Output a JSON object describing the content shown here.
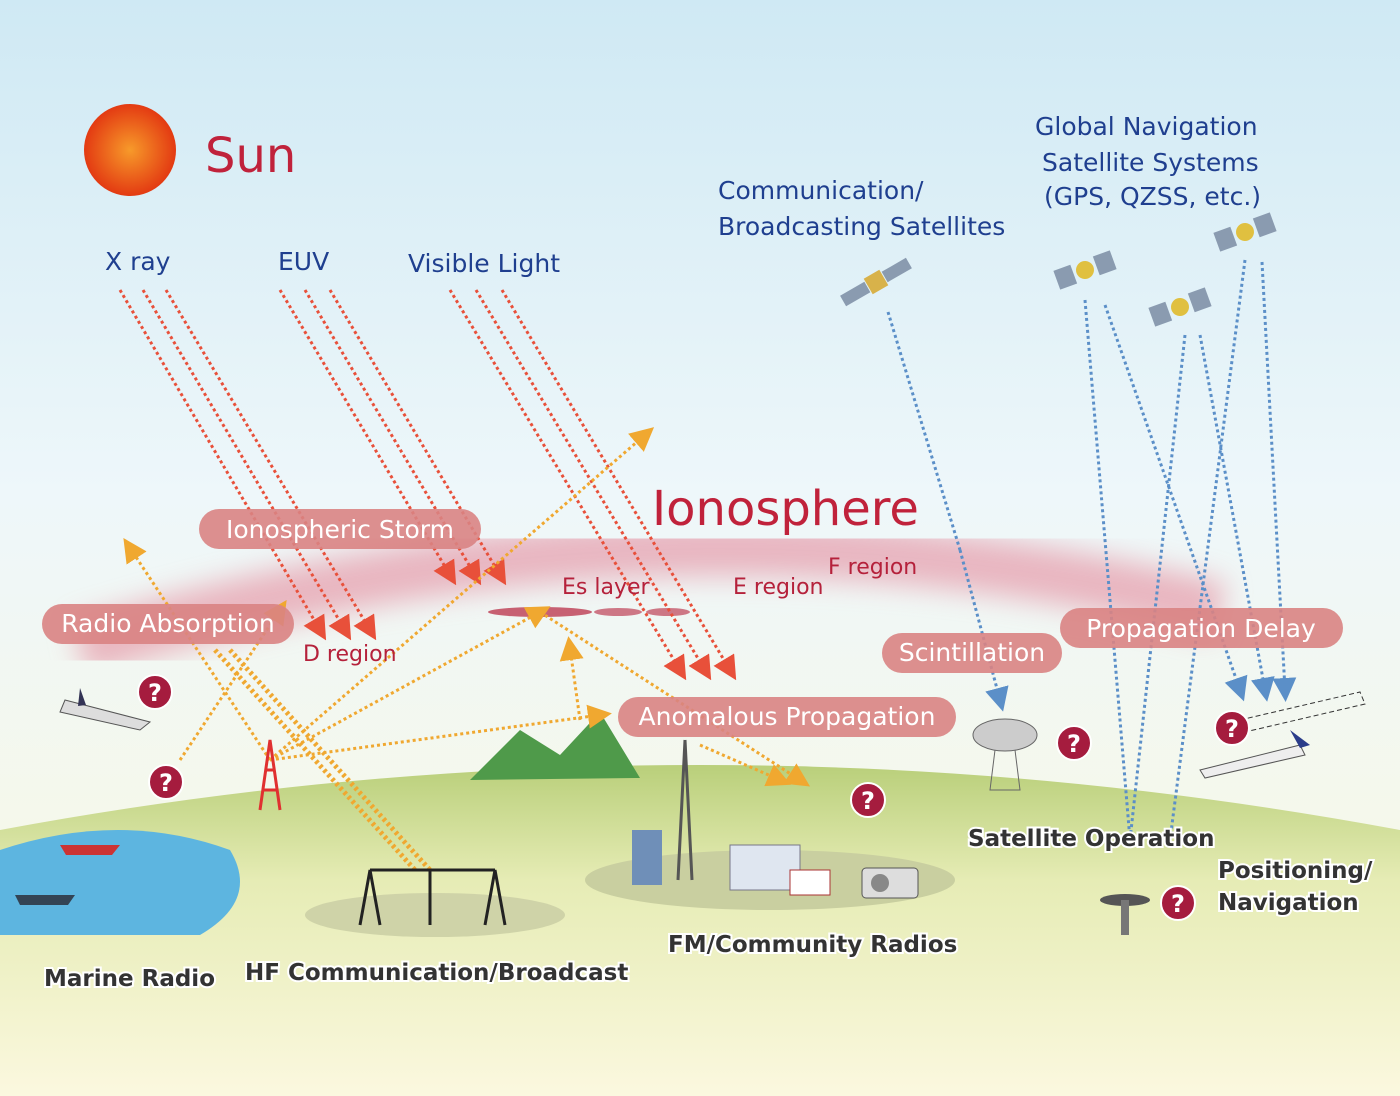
{
  "sun": {
    "label": "Sun"
  },
  "radiation": {
    "xray": "X ray",
    "euv": "EUV",
    "visible": "Visible Light"
  },
  "satellites": {
    "comm_line1": "Communication/",
    "comm_line2": "Broadcasting Satellites",
    "gnss_line1": "Global Navigation",
    "gnss_line2": "Satellite Systems",
    "gnss_line3": "(GPS, QZSS, etc.)"
  },
  "ionosphere": {
    "title": "Ionosphere",
    "es_layer": "Es layer",
    "e_region": "E region",
    "f_region": "F region",
    "d_region": "D region"
  },
  "effects": {
    "storm": "Ionospheric Storm",
    "absorption": "Radio Absorption",
    "anomalous": "Anomalous Propagation",
    "scintillation": "Scintillation",
    "delay": "Propagation Delay"
  },
  "systems": {
    "marine": "Marine Radio",
    "hf": "HF Communication/Broadcast",
    "fm": "FM/Community Radios",
    "satop": "Satellite Operation",
    "pos1": "Positioning/",
    "pos2": "Navigation"
  },
  "question_mark": "?",
  "colors": {
    "accent_red": "#b5213b",
    "pill": "#d98383",
    "ray_red": "#e8503a",
    "ray_blue": "#5b8fc8",
    "ray_orange": "#f0a830"
  }
}
